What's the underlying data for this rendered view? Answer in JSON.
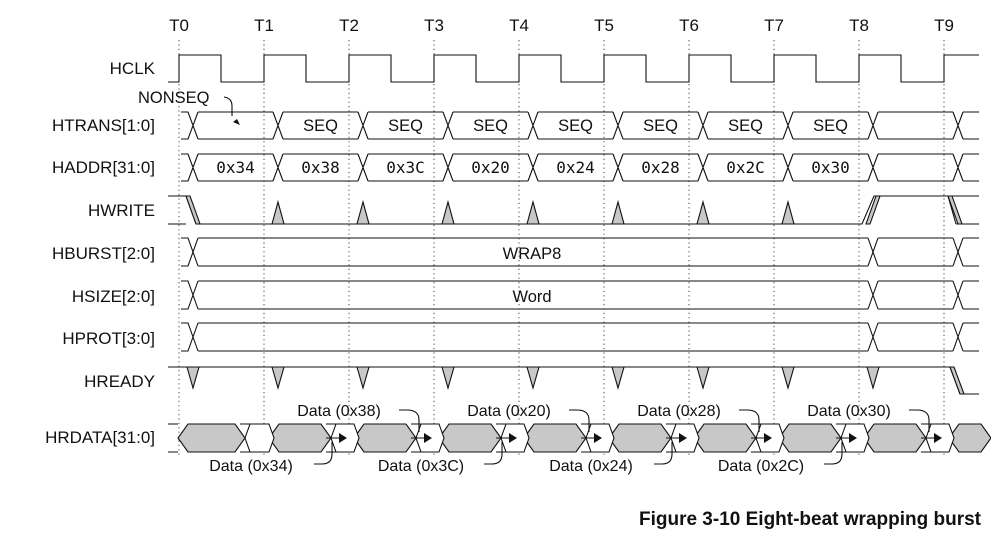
{
  "figure": {
    "caption": "Figure 3-10 Eight-beat wrapping burst"
  },
  "time_markers": [
    "T0",
    "T1",
    "T2",
    "T3",
    "T4",
    "T5",
    "T6",
    "T7",
    "T8",
    "T9"
  ],
  "signals": {
    "hclk": "HCLK",
    "htrans": "HTRANS[1:0]",
    "haddr": "HADDR[31:0]",
    "hwrite": "HWRITE",
    "hburst": "HBURST[2:0]",
    "hsize": "HSIZE[2:0]",
    "hprot": "HPROT[3:0]",
    "hready": "HREADY",
    "hrdata": "HRDATA[31:0]"
  },
  "htrans": {
    "nonseq_label": "NONSEQ",
    "beats": [
      "SEQ",
      "SEQ",
      "SEQ",
      "SEQ",
      "SEQ",
      "SEQ",
      "SEQ"
    ]
  },
  "haddr": {
    "beats": [
      "0x34",
      "0x38",
      "0x3C",
      "0x20",
      "0x24",
      "0x28",
      "0x2C",
      "0x30"
    ]
  },
  "hburst": {
    "value": "WRAP8"
  },
  "hsize": {
    "value": "Word"
  },
  "hrdata": {
    "upper_labels": [
      "Data (0x38)",
      "Data (0x20)",
      "Data (0x28)",
      "Data (0x30)"
    ],
    "lower_labels": [
      "Data (0x34)",
      "Data (0x3C)",
      "Data (0x24)",
      "Data (0x2C)"
    ]
  }
}
